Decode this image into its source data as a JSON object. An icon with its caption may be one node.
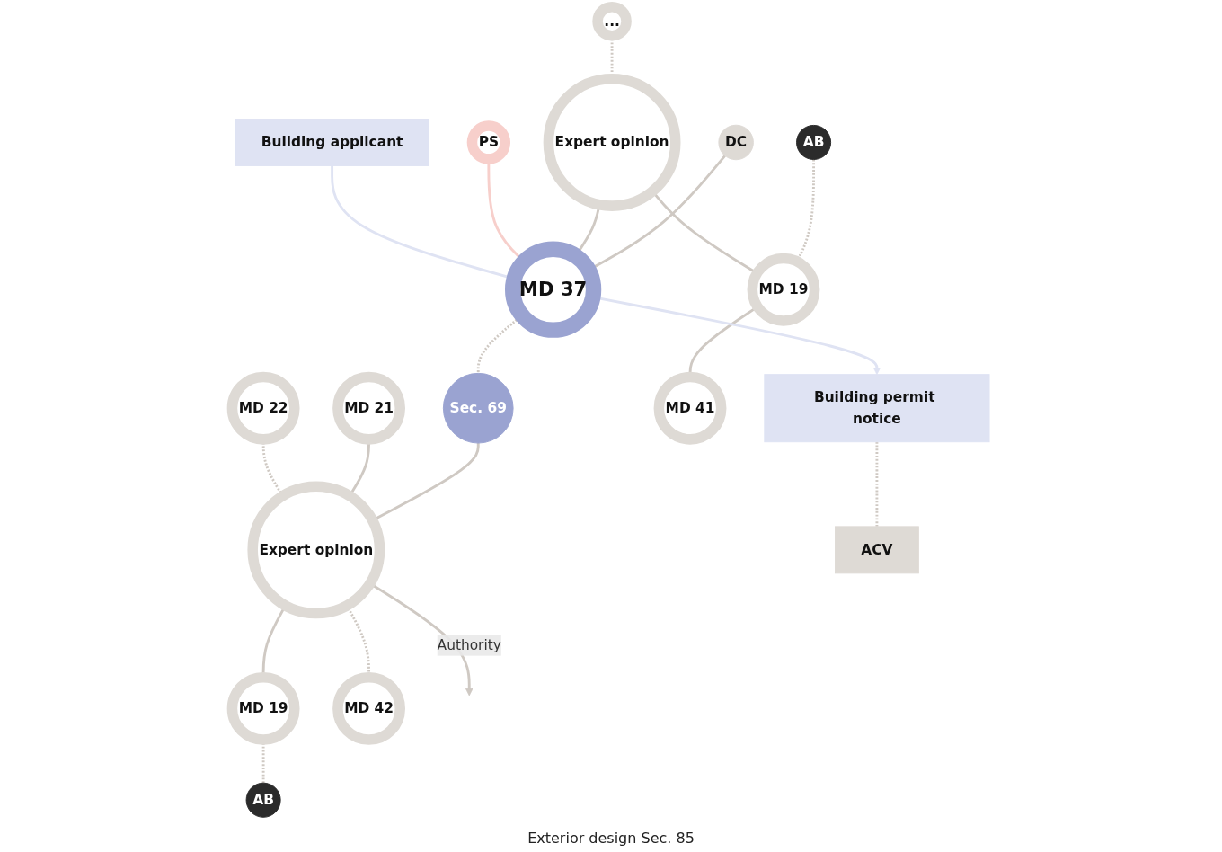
{
  "diagram": {
    "nodes": [
      {
        "text": [
          "Building applicant"
        ]
      },
      {
        "text": [
          "PS"
        ]
      },
      {
        "text": [
          "MD 22"
        ]
      },
      {
        "text": [
          "MD 21"
        ]
      },
      {
        "text": [
          "..."
        ]
      },
      {
        "text": [
          "Expert opinion"
        ]
      },
      {
        "text": [
          "MD 37"
        ]
      },
      {
        "text": [
          "Sec. 69"
        ]
      },
      {
        "text": [
          "Expert opinion"
        ]
      },
      {
        "text": [
          "MD 19"
        ]
      },
      {
        "text": [
          "AB"
        ]
      },
      {
        "text": [
          "AB"
        ]
      },
      {
        "text": [
          "MD 19"
        ]
      },
      {
        "text": [
          "MD 42"
        ]
      },
      {
        "text": [
          "DC"
        ]
      },
      {
        "text": [
          "MD 41"
        ]
      },
      {
        "text": [
          "Building permit notice"
        ]
      },
      {
        "text": [
          "ACV"
        ]
      }
    ],
    "edges": [
      {
        "from": 0,
        "to": 6,
        "arrow": "to",
        "color": "#dfe3f3"
      },
      {
        "from": 1,
        "to": 6,
        "arrow": "none",
        "color": "#f7cfcb"
      },
      {
        "from": 2,
        "to": 8,
        "arrow": "none",
        "style": "dashed"
      },
      {
        "from": 3,
        "to": 8,
        "arrow": "none"
      },
      {
        "from": 4,
        "to": 5,
        "arrow": "none",
        "style": "dashed"
      },
      {
        "from": 5,
        "to": 6,
        "arrow": "none"
      },
      {
        "from": 6,
        "to": 7,
        "arrow": "none",
        "style": "dashed"
      },
      {
        "from": 7,
        "to": 8,
        "arrow": "none"
      },
      {
        "from": 8,
        "to": 9,
        "arrow": "none"
      },
      {
        "from": 9,
        "to": 10,
        "arrow": "none",
        "style": "dashed"
      },
      {
        "from": 8,
        "to": 13,
        "arrow": "none",
        "style": "dashed"
      },
      {
        "from": 8,
        "to": null,
        "arrow": "to",
        "label": "Authority"
      },
      {
        "from": 14,
        "to": 6,
        "arrow": "to"
      },
      {
        "from": 5,
        "to": 12,
        "arrow": "none"
      },
      {
        "from": 11,
        "to": 12,
        "arrow": "none",
        "style": "dashed"
      },
      {
        "from": 12,
        "to": 15,
        "arrow": "none"
      },
      {
        "from": 6,
        "to": 16,
        "arrow": "to",
        "color": "#dfe3f3"
      },
      {
        "from": 16,
        "to": 17,
        "arrow": "none",
        "style": "dashed"
      }
    ],
    "labels": [
      "Exterior design Sec. 85"
    ]
  }
}
